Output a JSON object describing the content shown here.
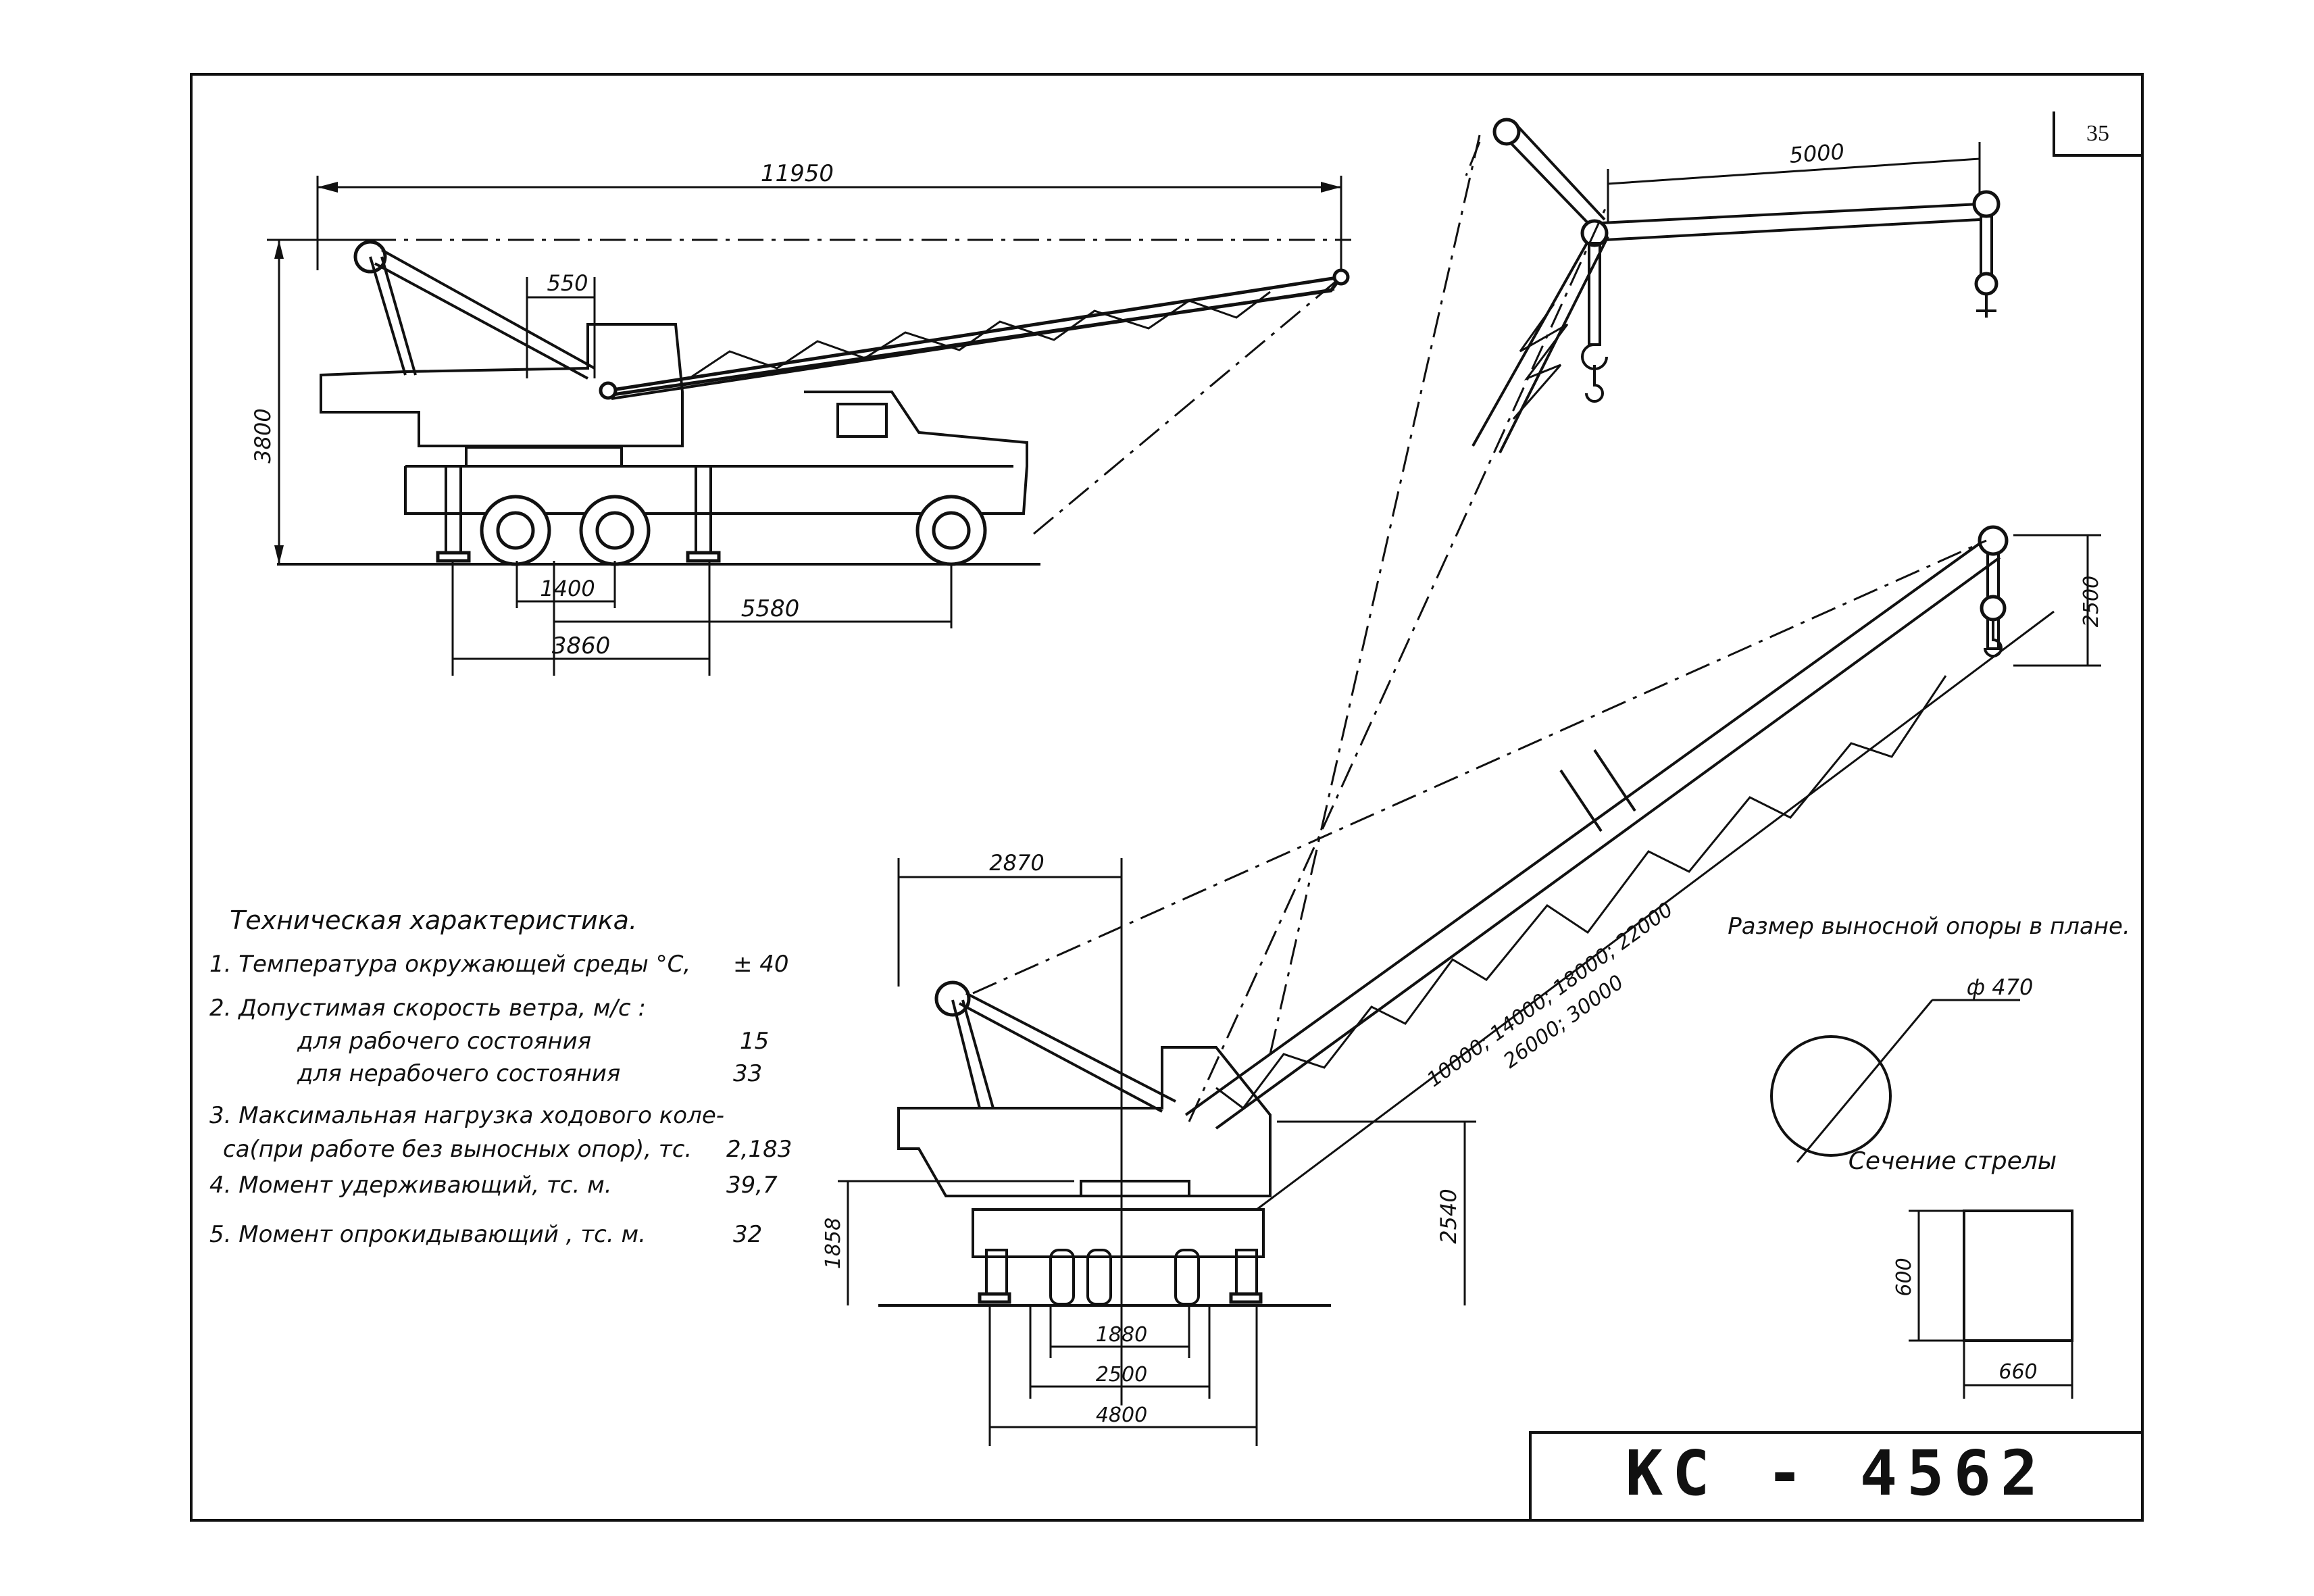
{
  "page_number": "35",
  "model": "КС - 4562",
  "dims": {
    "top_overall": "11950",
    "top_550": "550",
    "top_height": "3800",
    "top_1400": "1400",
    "top_5580": "5580",
    "top_3860": "3860",
    "top_reach": "5000",
    "right_2500": "2500",
    "bottom_2870": "2870",
    "bottom_1858": "1858",
    "bottom_2540": "2540",
    "bottom_1880": "1880",
    "bottom_2500": "2500",
    "bottom_4800": "4800",
    "boom_lengths_1": "10000; 14000; 18000; 22000",
    "boom_lengths_2": "26000; 30000",
    "pad_diameter": "ф 470",
    "section_600": "600",
    "section_660": "660"
  },
  "labels": {
    "outrigger_caption": "Размер выносной опоры в плане.",
    "section_caption": "Сечение стрелы"
  },
  "spec": {
    "title": "Техническая характеристика.",
    "items": [
      {
        "text": "1. Температура окружающей среды °С,",
        "value": "± 40"
      },
      {
        "text": "2. Допустимая скорость ветра, м/с :",
        "value": ""
      },
      {
        "text": "для рабочего состояния",
        "value": "15"
      },
      {
        "text": "для нерабочего состояния",
        "value": "33"
      },
      {
        "text": "3. Максимальная нагрузка ходового коле-",
        "value": ""
      },
      {
        "text": "са(при работе без выносных опор), тс.",
        "value": "2,183"
      },
      {
        "text": "4. Момент удерживающий, тс. м.",
        "value": "39,7"
      },
      {
        "text": "5. Момент опрокидывающий , тс. м.",
        "value": "32"
      }
    ]
  }
}
